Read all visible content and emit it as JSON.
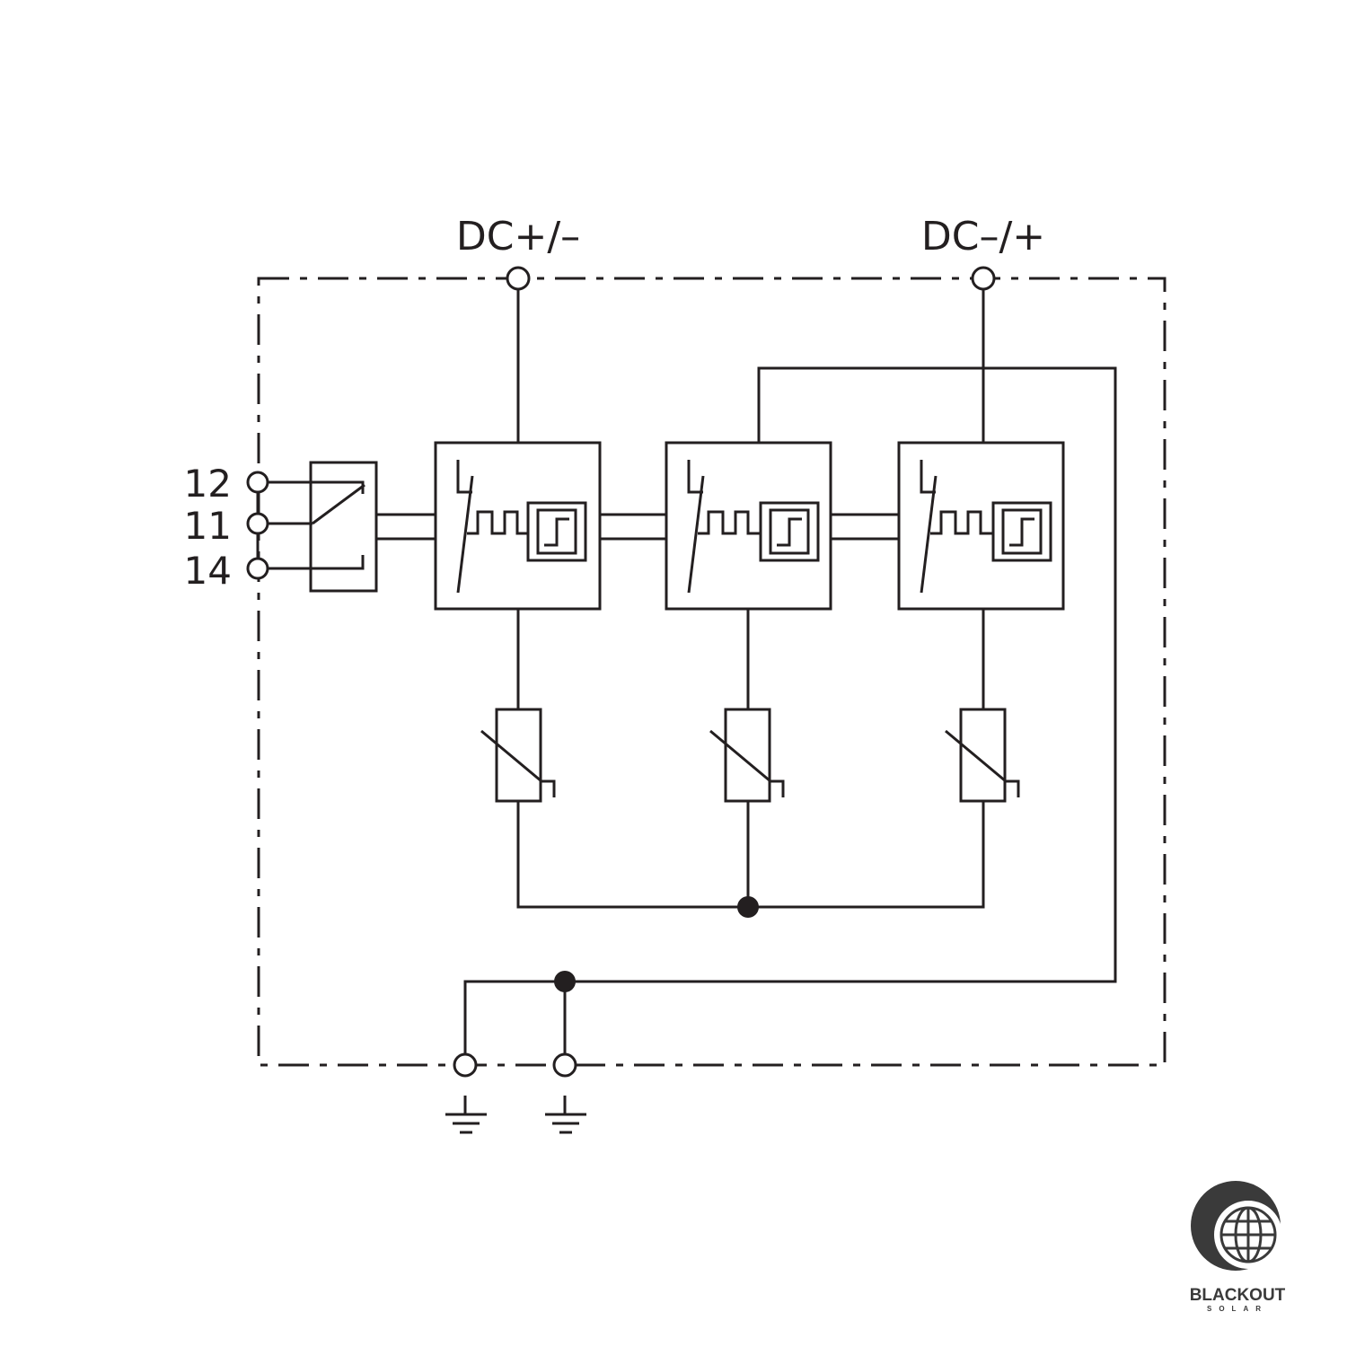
{
  "terminals": {
    "top_left": "DC+/–",
    "top_right": "DC–/+",
    "aux": [
      "12",
      "11",
      "14"
    ]
  },
  "logo": {
    "name": "BLACKOUT",
    "sub": "SOLAR"
  },
  "colors": {
    "line": "#231f20",
    "logo": "#3a3a3a",
    "background": "#ffffff"
  }
}
